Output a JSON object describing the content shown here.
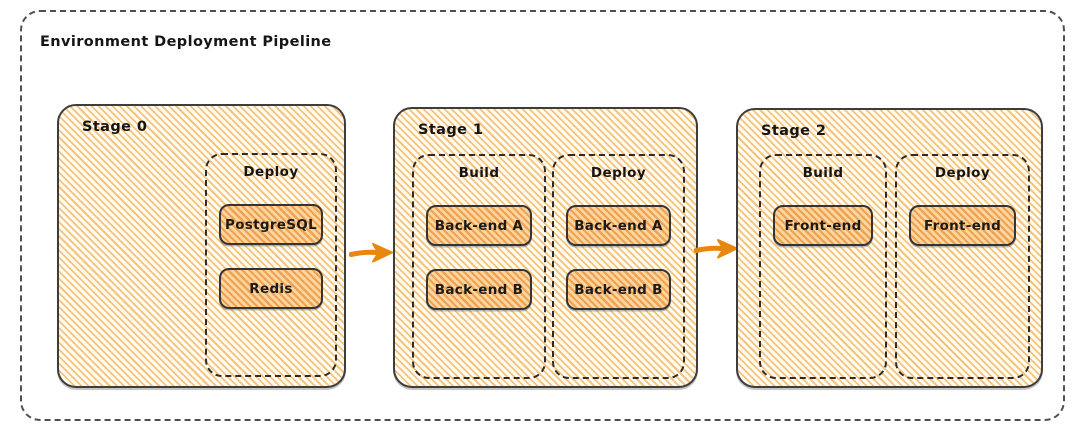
{
  "title": "Environment Deployment Pipeline",
  "stages": [
    {
      "label": "Stage 0",
      "groups": [
        {
          "label": "Deploy",
          "nodes": [
            "PostgreSQL",
            "Redis"
          ]
        }
      ]
    },
    {
      "label": "Stage 1",
      "groups": [
        {
          "label": "Build",
          "nodes": [
            "Back-end A",
            "Back-end B"
          ]
        },
        {
          "label": "Deploy",
          "nodes": [
            "Back-end A",
            "Back-end B"
          ]
        }
      ]
    },
    {
      "label": "Stage 2",
      "groups": [
        {
          "label": "Build",
          "nodes": [
            "Front-end"
          ]
        },
        {
          "label": "Deploy",
          "nodes": [
            "Front-end"
          ]
        }
      ]
    }
  ],
  "colors": {
    "arrow": "#e8870f",
    "stage_hatch": "#f7c073",
    "node_hatch": "#f0a050",
    "stage_border": "#3d3d3d",
    "dashed_border": "#2c2c2c",
    "outer_dashed": "#4f4f4f",
    "text": "#1a1a1a"
  }
}
